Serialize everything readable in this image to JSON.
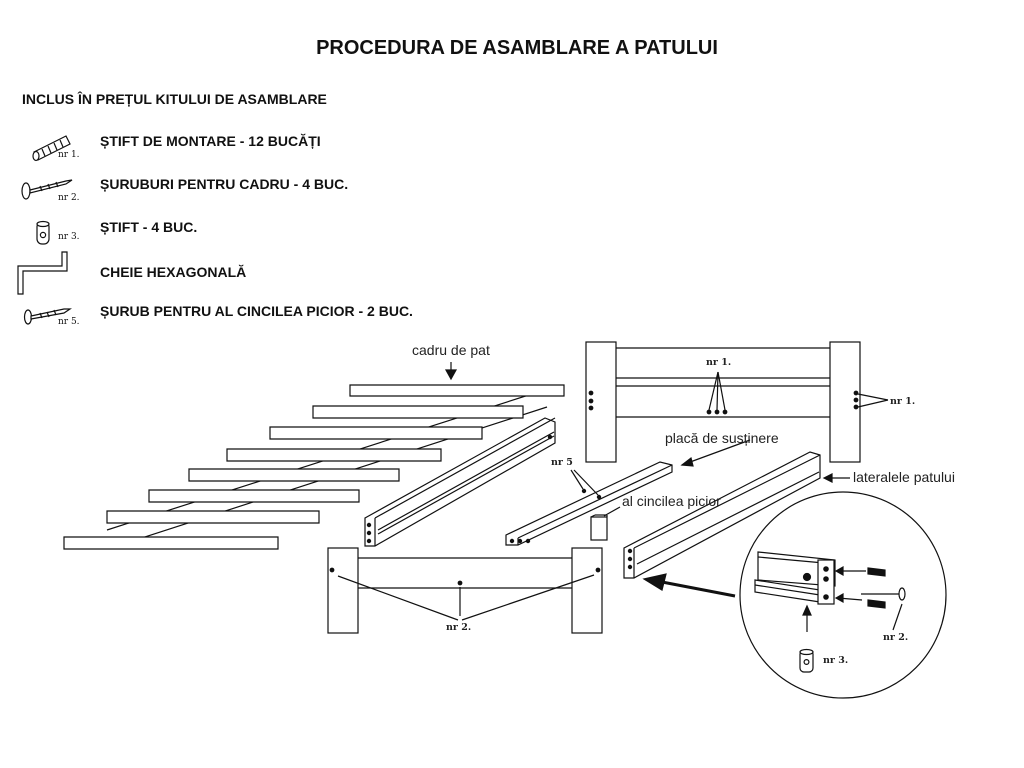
{
  "title": "PROCEDURA DE ASAMBLARE A PATULUI",
  "kit": {
    "heading": "INCLUS ÎN PREȚUL KITULUI DE ASAMBLARE",
    "items": [
      {
        "label": "ȘTIFT DE MONTARE - 12 BUCĂȚI",
        "nr": "nr 1.",
        "icon": "dowel-icon"
      },
      {
        "label": "ȘURUBURI PENTRU CADRU - 4 BUC.",
        "nr": "nr 2.",
        "icon": "screw-icon"
      },
      {
        "label": "ȘTIFT - 4 BUC.",
        "nr": "nr 3.",
        "icon": "barrel-nut-icon"
      },
      {
        "label": "CHEIE HEXAGONALĂ",
        "nr": "",
        "icon": "hex-key-icon"
      },
      {
        "label": "ȘURUB PENTRU AL CINCILEA PICIOR - 2 BUC.",
        "nr": "nr 5.",
        "icon": "leg-screw-icon"
      }
    ]
  },
  "diagram": {
    "labels": {
      "bed_frame": "cadru de pat",
      "support_plate": "placă de susținere",
      "fifth_leg": "al cincilea picior",
      "bed_sides": "lateralele patului"
    },
    "callouts": {
      "nr1_headboard_center": "nr 1.",
      "nr1_headboard_right": "nr 1.",
      "nr5": "nr 5",
      "nr2_footboard": "nr 2.",
      "nr2_detail": "nr 2.",
      "nr3_detail": "nr 3."
    }
  },
  "colors": {
    "ink": "#111111",
    "background": "#ffffff"
  }
}
